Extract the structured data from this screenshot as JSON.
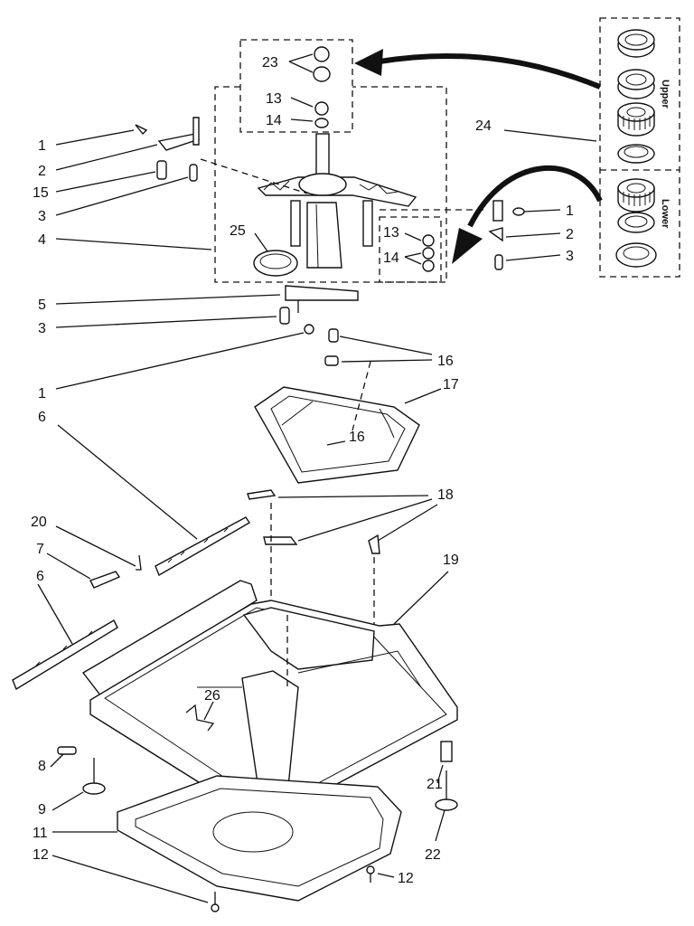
{
  "callouts": [
    {
      "id": "c23",
      "text": "23"
    },
    {
      "id": "c13a",
      "text": "13"
    },
    {
      "id": "c14a",
      "text": "14"
    },
    {
      "id": "c24",
      "text": "24"
    },
    {
      "id": "c1a",
      "text": "1"
    },
    {
      "id": "c2a",
      "text": "2"
    },
    {
      "id": "c15",
      "text": "15"
    },
    {
      "id": "c3a",
      "text": "3"
    },
    {
      "id": "c4",
      "text": "4"
    },
    {
      "id": "c25",
      "text": "25"
    },
    {
      "id": "c13b",
      "text": "13"
    },
    {
      "id": "c14b",
      "text": "14"
    },
    {
      "id": "c1b",
      "text": "1"
    },
    {
      "id": "c2b",
      "text": "2"
    },
    {
      "id": "c3b",
      "text": "3"
    },
    {
      "id": "c5",
      "text": "5"
    },
    {
      "id": "c3c",
      "text": "3"
    },
    {
      "id": "c1c",
      "text": "1"
    },
    {
      "id": "c16a",
      "text": "16"
    },
    {
      "id": "c17",
      "text": "17"
    },
    {
      "id": "c16b",
      "text": "16"
    },
    {
      "id": "c6a",
      "text": "6"
    },
    {
      "id": "c18",
      "text": "18"
    },
    {
      "id": "c20",
      "text": "20"
    },
    {
      "id": "c7",
      "text": "7"
    },
    {
      "id": "c19",
      "text": "19"
    },
    {
      "id": "c6b",
      "text": "6"
    },
    {
      "id": "c26",
      "text": "26"
    },
    {
      "id": "c8",
      "text": "8"
    },
    {
      "id": "c21",
      "text": "21"
    },
    {
      "id": "c9",
      "text": "9"
    },
    {
      "id": "c11",
      "text": "11"
    },
    {
      "id": "c22",
      "text": "22"
    },
    {
      "id": "c12a",
      "text": "12"
    },
    {
      "id": "c12b",
      "text": "12"
    }
  ],
  "bearing_kit": {
    "upper_label": "Upper",
    "lower_label": "Lower"
  }
}
